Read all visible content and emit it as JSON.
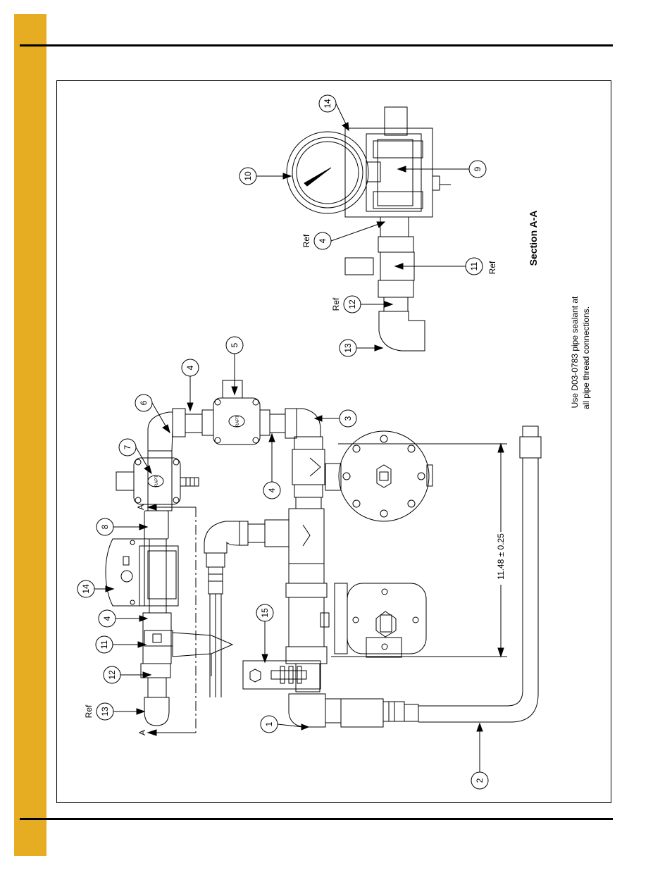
{
  "colors": {
    "tab": "#e6ac22",
    "ink": "#000000",
    "paper": "#ffffff"
  },
  "callouts": {
    "c1": "1",
    "c2": "2",
    "c3": "3",
    "c4a": "4",
    "c4b": "4",
    "c4c": "4",
    "c4d": "4",
    "c5": "5",
    "c6": "6",
    "c7": "7",
    "c8": "8",
    "c9": "9",
    "c10": "10",
    "c11a": "11",
    "c11b": "11",
    "c12a": "12",
    "c12b": "12",
    "c13a": "13",
    "c13b": "13",
    "c14a": "14",
    "c14b": "14",
    "c15": "15"
  },
  "labels": {
    "ref": "Ref",
    "section_marker": "A",
    "dimension": "11.48 ± 0.25",
    "section_title": "Section A-A",
    "note_line1": "Use D03-0783 pipe sealant at",
    "note_line2": "all pipe thread connections.",
    "valve_brand": "RAPT"
  }
}
